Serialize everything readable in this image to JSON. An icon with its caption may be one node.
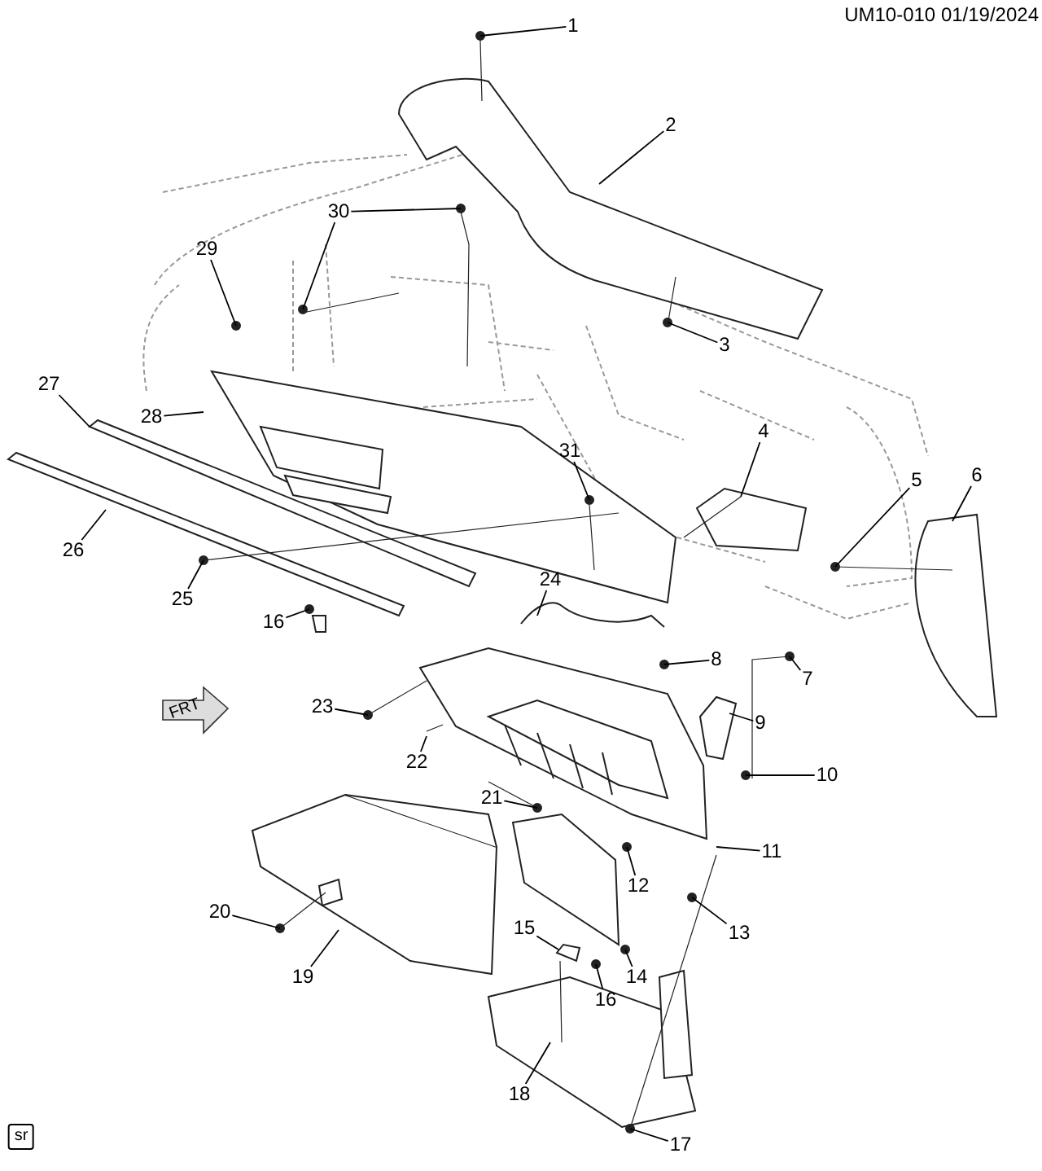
{
  "diagram": {
    "nodes": [
      {
        "text": [
          "1"
        ]
      },
      {
        "text": [
          "2"
        ]
      },
      {
        "text": [
          "30"
        ]
      },
      {
        "text": [
          "29"
        ]
      },
      {
        "text": [
          "3"
        ]
      },
      {
        "text": [
          "27"
        ]
      },
      {
        "text": [
          "28"
        ]
      },
      {
        "text": [
          "4"
        ]
      },
      {
        "text": [
          "31"
        ]
      },
      {
        "text": [
          "6"
        ]
      },
      {
        "text": [
          "5"
        ]
      },
      {
        "text": [
          "26"
        ]
      },
      {
        "text": [
          "24"
        ]
      },
      {
        "text": [
          "25"
        ]
      },
      {
        "text": [
          "16"
        ]
      },
      {
        "text": [
          "8"
        ]
      },
      {
        "text": [
          "7"
        ]
      },
      {
        "text": [
          "23"
        ]
      },
      {
        "text": [
          "9"
        ]
      },
      {
        "text": [
          "22"
        ]
      },
      {
        "text": [
          "10"
        ]
      },
      {
        "text": [
          "21"
        ]
      },
      {
        "text": [
          "11"
        ]
      },
      {
        "text": [
          "12"
        ]
      },
      {
        "text": [
          "20"
        ]
      },
      {
        "text": [
          "15"
        ]
      },
      {
        "text": [
          "13"
        ]
      },
      {
        "text": [
          "19"
        ]
      },
      {
        "text": [
          "14"
        ]
      },
      {
        "text": [
          "16"
        ]
      },
      {
        "text": [
          "18"
        ]
      },
      {
        "text": [
          "17"
        ]
      },
      {
        "text": [
          "sr"
        ]
      }
    ],
    "edges": [
      {
        "from": 0,
        "to": null,
        "arrow": "none"
      },
      {
        "from": 1,
        "to": null,
        "arrow": "none"
      },
      {
        "from": 2,
        "to": null,
        "arrow": "none"
      },
      {
        "from": 2,
        "to": null,
        "arrow": "none"
      },
      {
        "from": 3,
        "to": null,
        "arrow": "none"
      },
      {
        "from": 4,
        "to": null,
        "arrow": "none"
      },
      {
        "from": 5,
        "to": null,
        "arrow": "none"
      },
      {
        "from": 6,
        "to": null,
        "arrow": "none"
      },
      {
        "from": 7,
        "to": null,
        "arrow": "none"
      },
      {
        "from": 8,
        "to": null,
        "arrow": "none"
      },
      {
        "from": 9,
        "to": null,
        "arrow": "none"
      },
      {
        "from": 10,
        "to": null,
        "arrow": "none"
      },
      {
        "from": 11,
        "to": null,
        "arrow": "none"
      },
      {
        "from": 12,
        "to": null,
        "arrow": "none"
      },
      {
        "from": 13,
        "to": null,
        "arrow": "none"
      },
      {
        "from": 14,
        "to": null,
        "arrow": "none"
      },
      {
        "from": 15,
        "to": null,
        "arrow": "none"
      },
      {
        "from": 16,
        "to": null,
        "arrow": "none"
      },
      {
        "from": 17,
        "to": null,
        "arrow": "none"
      },
      {
        "from": 18,
        "to": null,
        "arrow": "none"
      },
      {
        "from": 19,
        "to": null,
        "arrow": "none"
      },
      {
        "from": 20,
        "to": null,
        "arrow": "none"
      },
      {
        "from": 21,
        "to": null,
        "arrow": "none"
      },
      {
        "from": 22,
        "to": null,
        "arrow": "none"
      },
      {
        "from": 23,
        "to": null,
        "arrow": "none"
      },
      {
        "from": 24,
        "to": null,
        "arrow": "none"
      },
      {
        "from": 25,
        "to": null,
        "arrow": "none"
      },
      {
        "from": 26,
        "to": null,
        "arrow": "none"
      },
      {
        "from": 27,
        "to": null,
        "arrow": "none"
      },
      {
        "from": 28,
        "to": null,
        "arrow": "none"
      },
      {
        "from": 29,
        "to": null,
        "arrow": "none"
      },
      {
        "from": 30,
        "to": null,
        "arrow": "none"
      },
      {
        "from": 31,
        "to": null,
        "arrow": "none"
      }
    ],
    "labels": [
      "UM10-010 01/19/2024",
      "FRT"
    ]
  }
}
